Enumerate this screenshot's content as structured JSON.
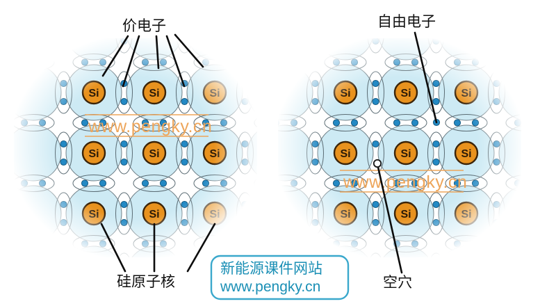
{
  "figure": {
    "title_semantics": "silicon-crystal-lattice-covalent-bonds",
    "background_color": "#ffffff"
  },
  "colors": {
    "nucleus_fill": "#e8921e",
    "nucleus_stroke": "#3b2409",
    "electron_fill": "#2389c4",
    "electron_stroke": "#10557c",
    "hole_fill": "#ffffff",
    "hole_stroke": "#1b1b1b",
    "lattice_cloud": "#cdeaf4",
    "orbit_stroke": "#5a6b73",
    "leader_line": "#0d0d0d",
    "watermark": "#eda55a",
    "logo": "#1a8fb5",
    "label_text": "#111111"
  },
  "panels": [
    {
      "id": "left-panel",
      "name": "intrinsic-silicon-lattice",
      "atom_label": "Si",
      "atom_rows": 3,
      "atom_cols": 3,
      "callouts": [
        {
          "name": "valence-electron",
          "label": "价电子",
          "leader_count": 4
        },
        {
          "name": "silicon-nucleus",
          "label": "硅原子核",
          "leader_count": 3
        }
      ]
    },
    {
      "id": "right-panel",
      "name": "silicon-lattice-with-free-electron-and-hole",
      "atom_label": "Si",
      "atom_rows": 3,
      "atom_cols": 3,
      "callouts": [
        {
          "name": "free-electron",
          "label": "自由电子",
          "leader_count": 1
        },
        {
          "name": "hole",
          "label": "空穴",
          "leader_count": 1
        }
      ]
    }
  ],
  "labels": {
    "valence_electron": "价电子",
    "silicon_nucleus": "硅原子核",
    "free_electron": "自由电子",
    "hole": "空穴",
    "atom_symbol": "Si"
  },
  "watermark": {
    "name": "pengky-watermark",
    "text": "www.pengky.cn",
    "rule_above": true,
    "rule_below": true
  },
  "logo": {
    "name": "pengky-logo-box",
    "line1": "新能源课件网站",
    "line2": "www.pengky.cn"
  }
}
